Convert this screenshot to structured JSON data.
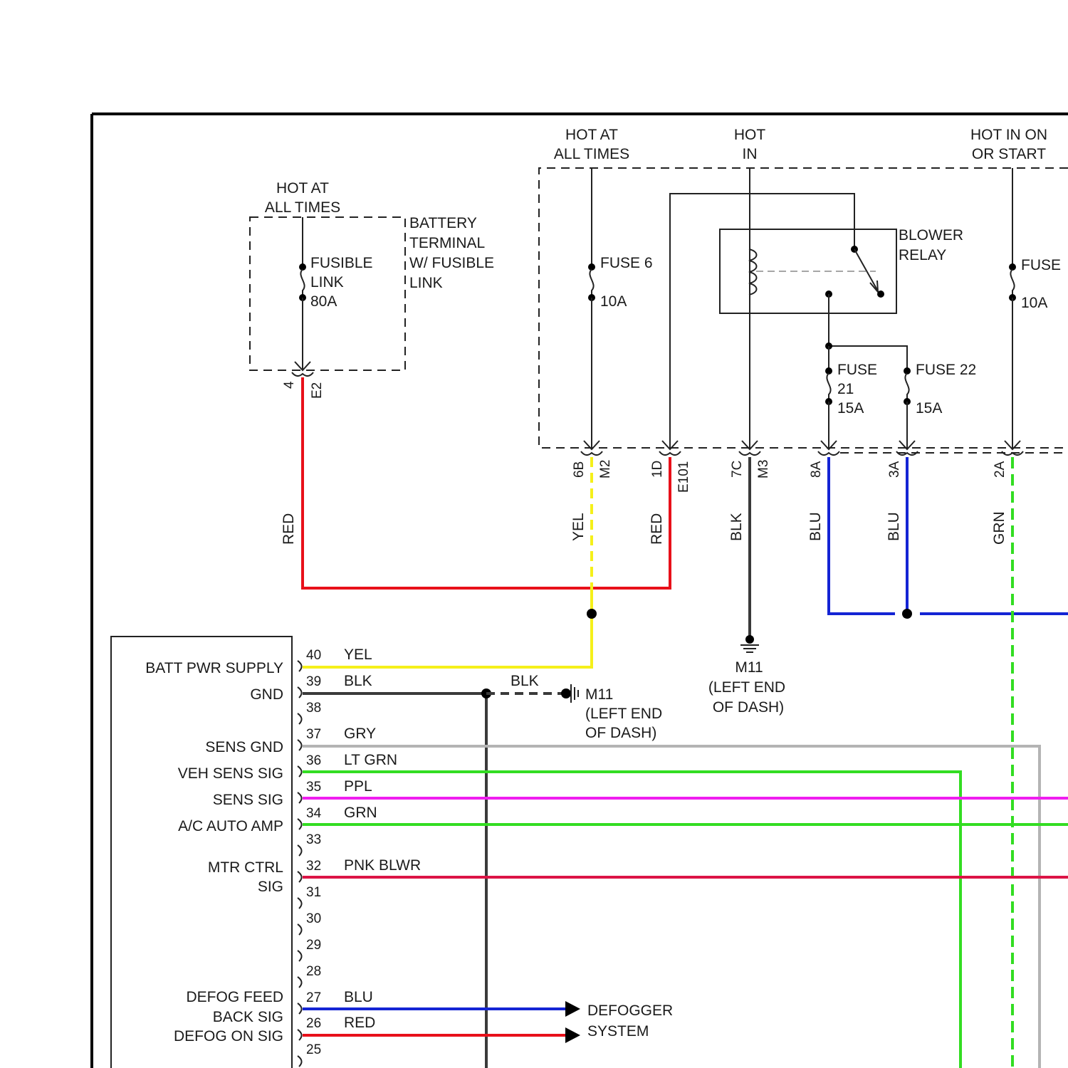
{
  "colors": {
    "red": "#e8101a",
    "yellow": "#f5f01a",
    "black": "#3a3a3a",
    "blue": "#1424d4",
    "green": "#33dd22",
    "lt_green": "#33dd22",
    "gray": "#b4b4b4",
    "purple": "#f01ef0",
    "pink": "#dc1446",
    "frame": "#000000"
  },
  "battery_terminal": {
    "hot_label": [
      "HOT AT",
      "ALL TIMES"
    ],
    "fusible_link": [
      "FUSIBLE",
      "LINK",
      "80A"
    ],
    "title": [
      "BATTERY",
      "TERMINAL",
      "W/ FUSIBLE",
      "LINK"
    ],
    "pin": "4",
    "connector": "E2",
    "wire_color": "RED"
  },
  "fuse_box": {
    "hot_at_all_times": [
      "HOT AT",
      "ALL TIMES"
    ],
    "hot_in": [
      "HOT",
      "IN"
    ],
    "hot_in_on_or_start": [
      "HOT IN ON",
      "OR START"
    ],
    "fuse6": [
      "FUSE 6",
      "10A"
    ],
    "blower_relay": [
      "BLOWER",
      "RELAY"
    ],
    "fuse21": [
      "FUSE",
      "21",
      "15A"
    ],
    "fuse22": [
      "FUSE 22",
      "15A"
    ],
    "fuse_right": [
      "FUSE",
      "10A"
    ],
    "terminals": [
      {
        "pin": "6B",
        "connector": "M2",
        "wire": "YEL"
      },
      {
        "pin": "1D",
        "connector": "E101",
        "wire": "RED"
      },
      {
        "pin": "7C",
        "connector": "M3",
        "wire": "BLK"
      },
      {
        "pin": "8A",
        "connector": "",
        "wire": "BLU"
      },
      {
        "pin": "3A",
        "connector": "",
        "wire": "BLU"
      },
      {
        "pin": "2A",
        "connector": "",
        "wire": "GRN"
      }
    ]
  },
  "grounds": {
    "m11_dash": [
      "M11",
      "(LEFT END",
      "OF DASH)"
    ],
    "m11_left": [
      "M11",
      "(LEFT END",
      "OF DASH)"
    ],
    "gnd_wire": "BLK"
  },
  "module": {
    "functions": [
      "BATT PWR SUPPLY",
      "GND",
      "SENS GND",
      "VEH SENS SIG",
      "SENS SIG",
      "A/C AUTO AMP",
      "MTR CTRL",
      "SIG",
      "DEFOG FEED",
      "BACK SIG",
      "DEFOG ON SIG"
    ],
    "pins": [
      {
        "num": "40",
        "wire": "YEL"
      },
      {
        "num": "39",
        "wire": "BLK"
      },
      {
        "num": "38",
        "wire": ""
      },
      {
        "num": "37",
        "wire": "GRY"
      },
      {
        "num": "36",
        "wire": "LT GRN"
      },
      {
        "num": "35",
        "wire": "PPL"
      },
      {
        "num": "34",
        "wire": "GRN"
      },
      {
        "num": "33",
        "wire": ""
      },
      {
        "num": "32",
        "wire": "PNK BLWR"
      },
      {
        "num": "31",
        "wire": ""
      },
      {
        "num": "30",
        "wire": ""
      },
      {
        "num": "29",
        "wire": ""
      },
      {
        "num": "28",
        "wire": ""
      },
      {
        "num": "27",
        "wire": "BLU"
      },
      {
        "num": "26",
        "wire": "RED"
      },
      {
        "num": "25",
        "wire": ""
      }
    ]
  },
  "defogger": [
    "DEFOGGER",
    "SYSTEM"
  ]
}
